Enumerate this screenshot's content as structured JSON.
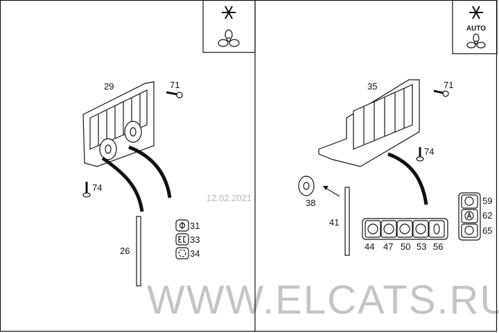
{
  "left_panel": {
    "labels": {
      "housing": "29",
      "screw": "71",
      "screw_lower": "74",
      "strip": "26",
      "btn1": "31",
      "btn2": "33",
      "btn3": "34"
    },
    "icons": [
      "snowflake-icon",
      "fan-icon"
    ]
  },
  "right_panel": {
    "auto_label": "AUTO",
    "labels": {
      "housing": "35",
      "screw": "71",
      "screw_lower": "74",
      "knob": "38",
      "strip": "41",
      "sw1": "44",
      "sw2": "47",
      "sw3": "50",
      "sw4": "53",
      "sw5": "56",
      "v1": "59",
      "v2": "62",
      "v3": "65"
    },
    "icons": [
      "snowflake-icon",
      "fan-icon"
    ]
  },
  "watermark": "WWW.ELCATS.RU",
  "date": "12.02.2021"
}
